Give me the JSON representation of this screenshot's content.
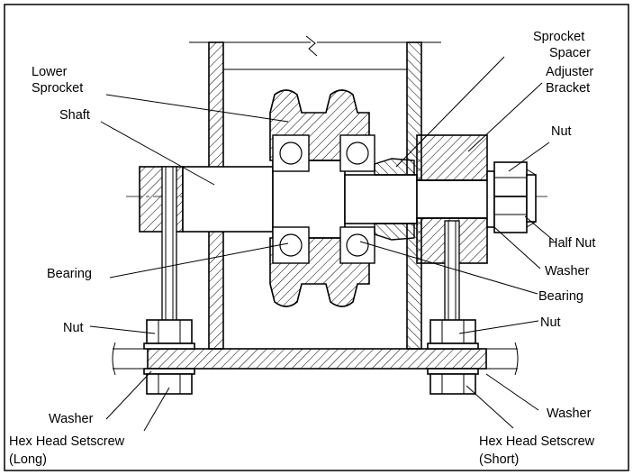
{
  "labels": {
    "lower_sprocket_1": "Lower",
    "lower_sprocket_2": "Sprocket",
    "shaft": "Shaft",
    "bearing_left": "Bearing",
    "nut_left": "Nut",
    "washer_left": "Washer",
    "setscrew_left_1": "Hex Head Setscrew",
    "setscrew_left_2": "(Long)",
    "sprocket_spacer_1": "Sprocket",
    "sprocket_spacer_2": "Spacer",
    "adjuster_bracket_1": "Adjuster",
    "adjuster_bracket_2": "Bracket",
    "nut_top": "Nut",
    "half_nut": "Half Nut",
    "washer_right_top": "Washer",
    "bearing_right": "Bearing",
    "nut_right": "Nut",
    "washer_right": "Washer",
    "setscrew_right_1": "Hex Head Setscrew",
    "setscrew_right_2": "(Short)"
  }
}
